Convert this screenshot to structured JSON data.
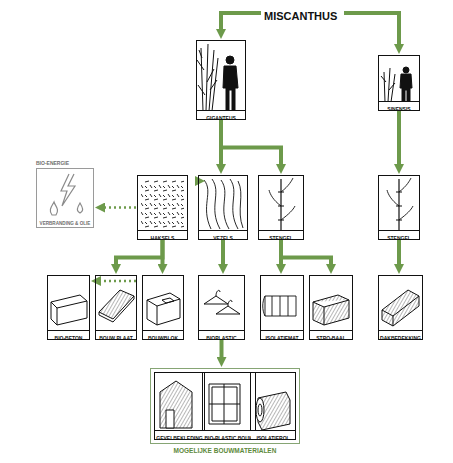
{
  "diagram": {
    "title": "MISCANTHUS",
    "nodes": [
      {
        "text": [
          "GIGANTEUS"
        ]
      },
      {
        "text": [
          "SINENSIS"
        ]
      },
      {
        "text": [
          "BIO-ENERGIE",
          "VERBRANDING & OLIE"
        ]
      },
      {
        "text": [
          "HAKSELS"
        ]
      },
      {
        "text": [
          "VEZELS"
        ]
      },
      {
        "text": [
          "STENGEL"
        ]
      },
      {
        "text": [
          "STENGEL"
        ]
      },
      {
        "text": [
          "BIO-BETON"
        ]
      },
      {
        "text": [
          "BOUW PLAAT"
        ]
      },
      {
        "text": [
          "BOUWBLOK"
        ]
      },
      {
        "text": [
          "BIOPLASTIC"
        ]
      },
      {
        "text": [
          "ISOLATIEMAT"
        ]
      },
      {
        "text": [
          "STRO-BAAL"
        ]
      },
      {
        "text": [
          "DAKBEDEKKING"
        ]
      },
      {
        "text": [
          "MOGELIJKE BOUWMATERIALEN"
        ]
      },
      {
        "text": [
          "GEVELBEKLEDING"
        ],
        "in": 14
      },
      {
        "text": [
          "BIO-PLASTIC BOUW"
        ],
        "in": 14
      },
      {
        "text": [
          "ISOLATIEROL"
        ],
        "in": 14
      }
    ],
    "edges": [
      {
        "from": 0,
        "to": 3,
        "arrow": "to"
      },
      {
        "from": 0,
        "to": 4,
        "arrow": "to"
      },
      {
        "from": 0,
        "to": 5,
        "arrow": "to"
      },
      {
        "from": 1,
        "to": 6,
        "arrow": "to"
      },
      {
        "from": 3,
        "to": 2,
        "arrow": "to"
      },
      {
        "from": 3,
        "to": 7,
        "arrow": "to"
      },
      {
        "from": 3,
        "to": 8,
        "arrow": "to"
      },
      {
        "from": 3,
        "to": 9,
        "arrow": "to"
      },
      {
        "from": 4,
        "to": 10,
        "arrow": "to"
      },
      {
        "from": 5,
        "to": 11,
        "arrow": "to"
      },
      {
        "from": 5,
        "to": 12,
        "arrow": "to"
      },
      {
        "from": 6,
        "to": 13,
        "arrow": "to"
      },
      {
        "from": 10,
        "to": 14,
        "arrow": "to"
      }
    ]
  }
}
